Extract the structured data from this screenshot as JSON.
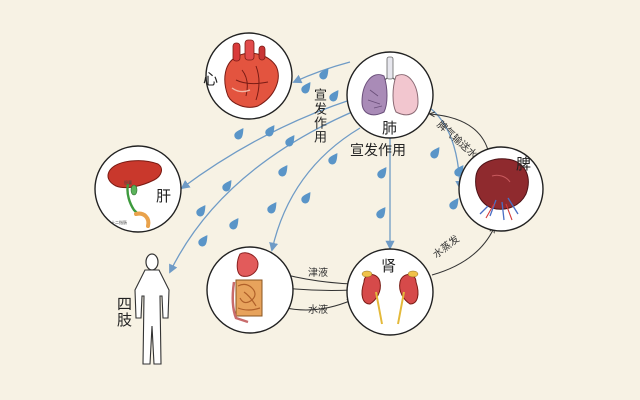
{
  "organs": {
    "heart": "心",
    "lung": "肺",
    "spleen": "脾",
    "liver": "肝",
    "kidney": "肾",
    "limbs": "四肢"
  },
  "liver_inset_labels": [
    "胆囊",
    "十二指肠"
  ],
  "edges": {
    "dispersal_vertical": "宣发作用",
    "dispersal_horizontal": "宣发作用",
    "spleen_to_lung": "脾气输送水",
    "kidney_to_spleen": "水蒸发",
    "body_fluid": "津液",
    "water_fluid": "水液"
  },
  "colors": {
    "background": "#f7f2e4",
    "arrow": "#6f9bc6",
    "droplet": "#5a95c8",
    "node_outline": "#222222"
  }
}
